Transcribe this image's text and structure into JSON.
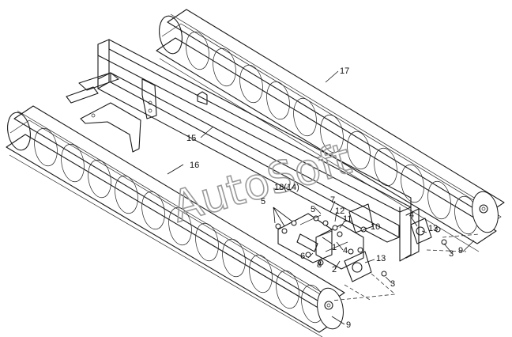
{
  "diagram": {
    "watermark": "AutoSoft",
    "callouts": [
      {
        "id": "c17",
        "text": "17"
      },
      {
        "id": "c15",
        "text": "15"
      },
      {
        "id": "c16",
        "text": "16"
      },
      {
        "id": "c18",
        "text": "18(14)"
      },
      {
        "id": "c5a",
        "text": "5"
      },
      {
        "id": "c5b",
        "text": "5"
      },
      {
        "id": "c7",
        "text": "7"
      },
      {
        "id": "c12",
        "text": "12"
      },
      {
        "id": "c11",
        "text": "11"
      },
      {
        "id": "c10",
        "text": "10"
      },
      {
        "id": "c4a",
        "text": "4"
      },
      {
        "id": "c13a",
        "text": "13"
      },
      {
        "id": "c1",
        "text": "1"
      },
      {
        "id": "c4b",
        "text": "4"
      },
      {
        "id": "c6",
        "text": "6"
      },
      {
        "id": "c8",
        "text": "8"
      },
      {
        "id": "c2",
        "text": "2"
      },
      {
        "id": "c13b",
        "text": "13"
      },
      {
        "id": "c3a",
        "text": "3"
      },
      {
        "id": "c3b",
        "text": "3"
      },
      {
        "id": "c9a",
        "text": "9"
      },
      {
        "id": "c9b",
        "text": "9"
      }
    ]
  }
}
